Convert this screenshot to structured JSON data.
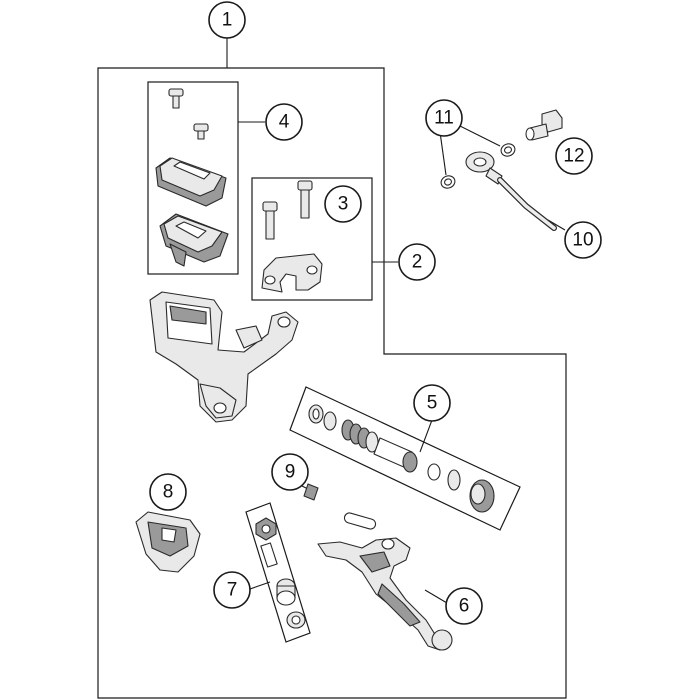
{
  "diagram": {
    "callouts": [
      {
        "id": "1",
        "label": "1"
      },
      {
        "id": "2",
        "label": "2"
      },
      {
        "id": "3",
        "label": "3"
      },
      {
        "id": "4",
        "label": "4"
      },
      {
        "id": "5",
        "label": "5"
      },
      {
        "id": "6",
        "label": "6"
      },
      {
        "id": "7",
        "label": "7"
      },
      {
        "id": "8",
        "label": "8"
      },
      {
        "id": "9",
        "label": "9"
      },
      {
        "id": "10",
        "label": "10"
      },
      {
        "id": "11",
        "label": "11"
      },
      {
        "id": "12",
        "label": "12"
      }
    ],
    "colors": {
      "line": "#1a1a1a",
      "part_fill": "#e9e9e9",
      "part_shadow": "#9a9a9a",
      "background": "#ffffff"
    }
  }
}
